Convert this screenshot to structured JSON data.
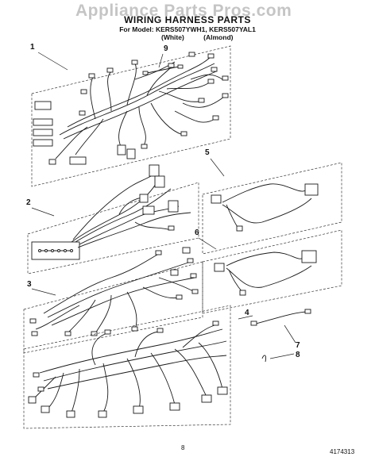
{
  "watermark": "Appliance Parts Pros.com",
  "header": {
    "title": "WIRING HARNESS PARTS",
    "models_line": "For Model: KERS507YWH1, KERS507YAL1",
    "variant_1": "(White)",
    "variant_2": "(Almond)"
  },
  "callouts": {
    "c1": "1",
    "c2": "2",
    "c3": "3",
    "c4": "4",
    "c5": "5",
    "c6": "6",
    "c7": "7",
    "c8": "8",
    "c9": "9"
  },
  "footer": {
    "page_number": "8",
    "document_number": "4174313"
  }
}
